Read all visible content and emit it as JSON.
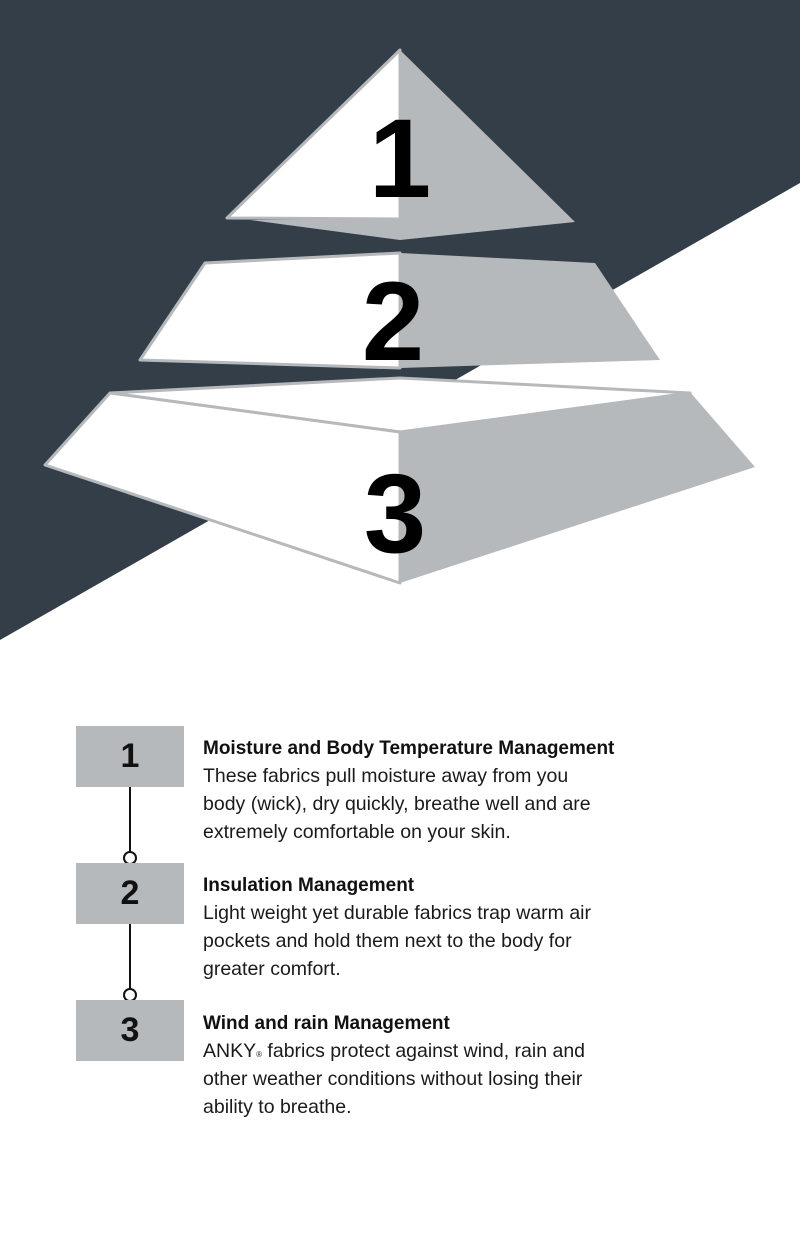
{
  "colors": {
    "dark_bg": "#333e48",
    "tier_shade": "#b5b9bc",
    "tier_light": "#ffffff",
    "outline": "#b5b9bc"
  },
  "pyramid": {
    "tiers": [
      {
        "label": "1"
      },
      {
        "label": "2"
      },
      {
        "label": "3"
      }
    ]
  },
  "list": {
    "items": [
      {
        "number": "1",
        "title": "Moisture and Body Temperature Management",
        "lines": [
          "These fabrics pull moisture away from you",
          "body (wick), dry quickly, breathe well and are",
          "extremely comfortable on your skin."
        ]
      },
      {
        "number": "2",
        "title": "Insulation Management",
        "lines": [
          "Light weight yet durable fabrics trap warm air",
          "pockets and hold them next to the body for",
          "greater comfort."
        ]
      },
      {
        "number": "3",
        "title": "Wind and rain Management",
        "brand": "ANKY",
        "registered": "®",
        "lines": [
          " fabrics protect against wind, rain and",
          "other weather conditions without losing their",
          "ability to breathe."
        ]
      }
    ]
  }
}
